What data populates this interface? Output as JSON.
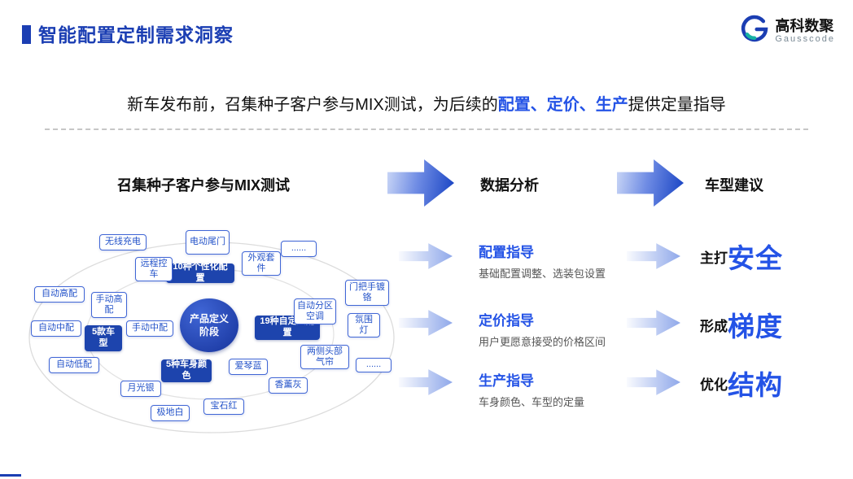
{
  "page": {
    "title": "智能配置定制需求洞察",
    "logo_name": "高科数聚",
    "logo_sub": "Gausscode"
  },
  "subtitle": {
    "pre": "新车发布前，召集种子客户参与MIX测试，为后续的",
    "highlight": "配置、定价、生产",
    "post": "提供定量指导"
  },
  "headings": {
    "left": "召集种子客户参与MIX测试",
    "middle": "数据分析",
    "right": "车型建议"
  },
  "diagram": {
    "center": "产品定义阶段",
    "groups": {
      "personal": "10种个性化配置",
      "models": "5款车型",
      "custom": "19种自定义配置",
      "colors": "5种车身颜色"
    },
    "items": {
      "wireless": "无线充电",
      "tailgate": "电动尾门",
      "remote": "远程控车",
      "exterior": "外观套件",
      "dots1": "......",
      "auto_high": "自动高配",
      "manual_high": "手动高配",
      "auto_mid": "自动中配",
      "manual_mid": "手动中配",
      "auto_low": "自动低配",
      "door_handle": "门把手镀铬",
      "ac": "自动分区空调",
      "ambient": "氛围灯",
      "curtain": "两侧头部气帘",
      "dots2": "......",
      "color_blue": "爱琴蓝",
      "color_gray": "香薰灰",
      "color_silver": "月光银",
      "color_red": "宝石红",
      "color_white": "极地白"
    }
  },
  "rows": [
    {
      "title": "配置指导",
      "desc": "基础配置调整、选装包设置",
      "prefix": "主打",
      "result": "安全"
    },
    {
      "title": "定价指导",
      "desc": "用户更愿意接受的价格区间",
      "prefix": "形成",
      "result": "梯度"
    },
    {
      "title": "生产指导",
      "desc": "车身颜色、车型的定量",
      "prefix": "优化",
      "result": "结构"
    }
  ],
  "colors": {
    "title_blue": "#1b3eb3",
    "accent_blue": "#2453e6",
    "group_blue": "#1d44ad",
    "logo_teal": "#17b2a3"
  }
}
